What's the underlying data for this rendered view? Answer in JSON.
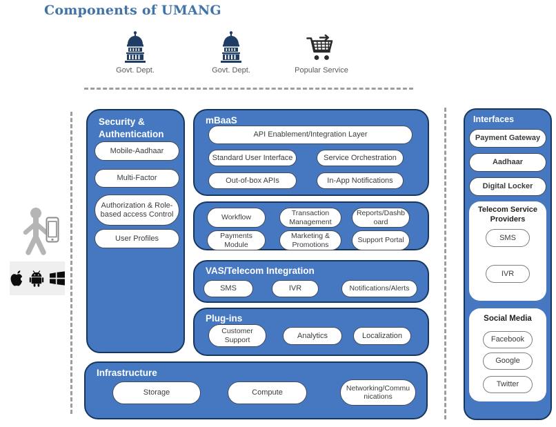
{
  "title": "Components of UMANG",
  "colors": {
    "box_fill": "#4678C1",
    "box_border": "#17365D",
    "title_blue": "#4073A8",
    "label_gray": "#595959",
    "dash_gray": "#9D9D9D",
    "icon_navy": "#1E3C64"
  },
  "top_row": [
    {
      "label": "Govt. Dept."
    },
    {
      "label": "Govt. Dept."
    },
    {
      "label": "Popular Service"
    }
  ],
  "security": {
    "title": "Security & Authentication",
    "items": [
      "Mobile-Aadhaar",
      "Multi-Factor",
      "Authorization & Role- based access Control",
      "User Profiles"
    ]
  },
  "mbaas": {
    "title": "mBaaS",
    "layer": "API Enablement/Integration Layer",
    "items": [
      "Standard User Interface",
      "Service Orchestration",
      "Out-of-box APIs",
      "In-App Notifications"
    ]
  },
  "services": {
    "items": [
      "Workflow",
      "Transaction Management",
      "Reports/Dashboard",
      "Payments Module",
      "Marketing & Promotions",
      "Support Portal"
    ]
  },
  "vas": {
    "title": "VAS/Telecom Integration",
    "items": [
      "SMS",
      "IVR",
      "Notifications/Alerts"
    ]
  },
  "plugins": {
    "title": "Plug-ins",
    "items": [
      "Customer Support",
      "Analytics",
      "Localization"
    ]
  },
  "infrastructure": {
    "title": "Infrastructure",
    "items": [
      "Storage",
      "Compute",
      "Networking/Communications"
    ]
  },
  "interfaces": {
    "title": "Interfaces",
    "items": [
      "Payment Gateway",
      "Aadhaar",
      "Digital Locker"
    ],
    "telecom": {
      "title": "Telecom Service Providers",
      "items": [
        "SMS",
        "IVR"
      ]
    },
    "social": {
      "title": "Social Media",
      "items": [
        "Facebook",
        "Google",
        "Twitter"
      ]
    }
  }
}
